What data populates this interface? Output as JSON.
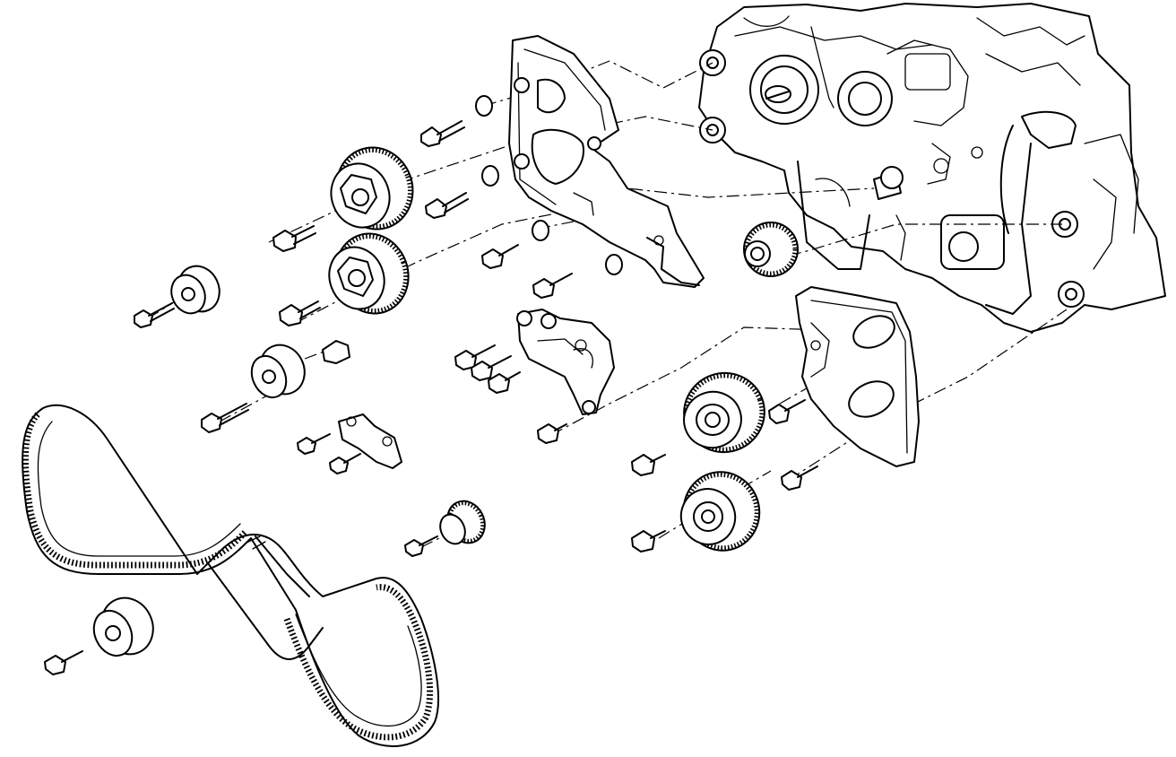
{
  "figure": {
    "labels": []
  },
  "colors": {
    "ink": "#000000",
    "paper": "#ffffff"
  },
  "parts": [
    {
      "name": "timing-belt",
      "kind": "belt"
    },
    {
      "name": "camshaft-sprocket-upper-left",
      "kind": "sprocket"
    },
    {
      "name": "camshaft-sprocket-lower-left",
      "kind": "sprocket"
    },
    {
      "name": "camshaft-sprocket-upper-right",
      "kind": "sprocket"
    },
    {
      "name": "camshaft-sprocket-lower-right",
      "kind": "sprocket"
    },
    {
      "name": "crankshaft-sprocket",
      "kind": "sprocket"
    },
    {
      "name": "idler-pulley",
      "kind": "pulley"
    },
    {
      "name": "tensioner-pulley",
      "kind": "pulley"
    },
    {
      "name": "toothed-idler",
      "kind": "pulley"
    },
    {
      "name": "belt-tensioner-bracket",
      "kind": "bracket"
    },
    {
      "name": "tensioner-mount-bracket",
      "kind": "bracket"
    },
    {
      "name": "left-rear-belt-cover",
      "kind": "cover"
    },
    {
      "name": "right-rear-belt-cover",
      "kind": "cover"
    },
    {
      "name": "engine-block",
      "kind": "assembly"
    }
  ]
}
